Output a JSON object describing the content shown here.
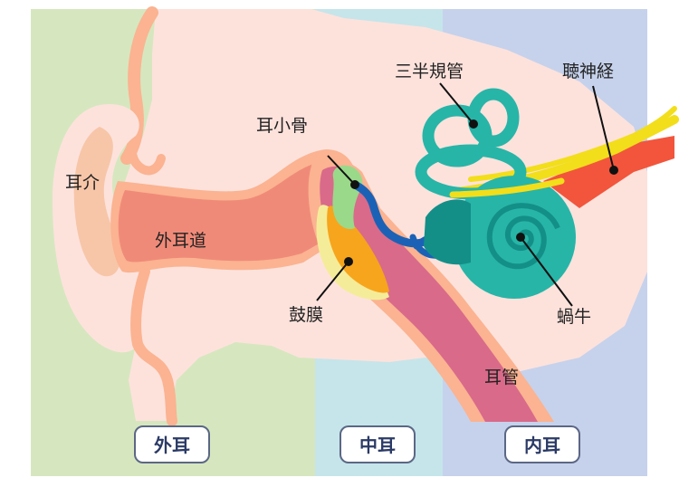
{
  "colors": {
    "outer_zone": "#d6e7bf",
    "middle_zone": "#c5e5ea",
    "inner_zone": "#c6d2ec",
    "skin": "#fde2dc",
    "skin_edge": "#fbb391",
    "canal": "#f08a78",
    "eustachian": "#d96a8a",
    "eardrum": "#f7a51c",
    "ossicle_green": "#9ad98a",
    "ossicle_blue": "#1b62b6",
    "cochlea": "#27b5a8",
    "nerve": "#f2de1a",
    "nerve_red": "#f2553c",
    "badge_border": "#5b6785"
  },
  "labels": {
    "auricle": "耳介",
    "ear_canal": "外耳道",
    "ossicles": "耳小骨",
    "semicircular_canals": "三半規管",
    "auditory_nerve": "聴神経",
    "eardrum": "鼓膜",
    "cochlea": "蝸牛",
    "eustachian_tube": "耳管"
  },
  "zones": {
    "outer_ear": "外耳",
    "middle_ear": "中耳",
    "inner_ear": "内耳"
  }
}
